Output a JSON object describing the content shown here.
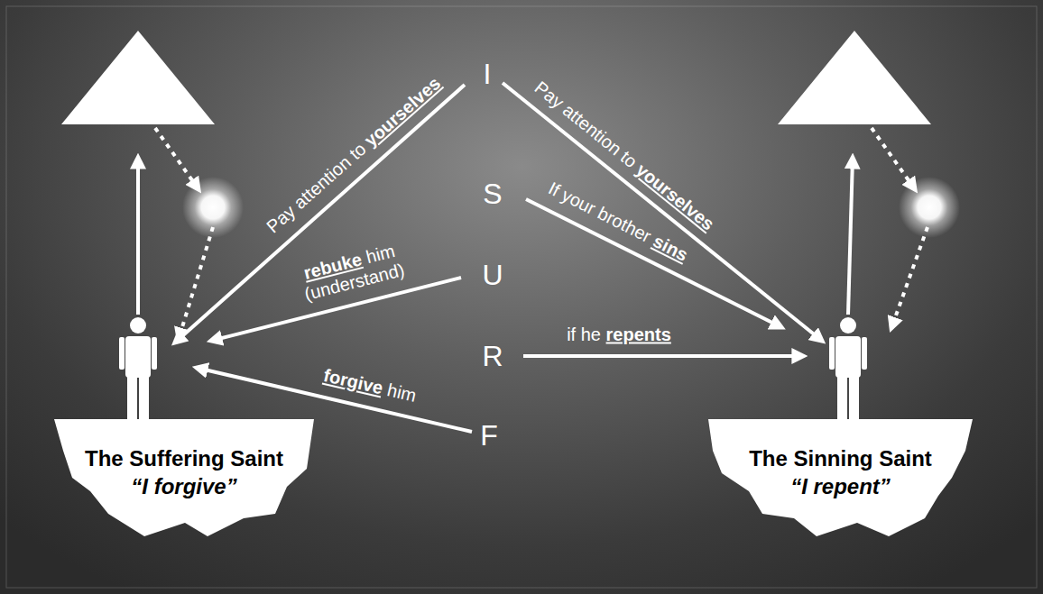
{
  "diagram": {
    "nodes": [
      {
        "text": [
          "The Suffering Saint",
          "“I forgive”"
        ]
      },
      {
        "text": [
          "The Sinning Saint",
          "“I repent”"
        ]
      }
    ],
    "labels": [
      "I",
      "S",
      "U",
      "R",
      "F",
      "Pay attention to",
      "yourselves",
      "Pay attention to",
      "yourselves",
      "If your brother",
      "sins",
      "rebuke",
      "him",
      "(understand)",
      "if he",
      "repents",
      "forgive",
      "him"
    ]
  }
}
